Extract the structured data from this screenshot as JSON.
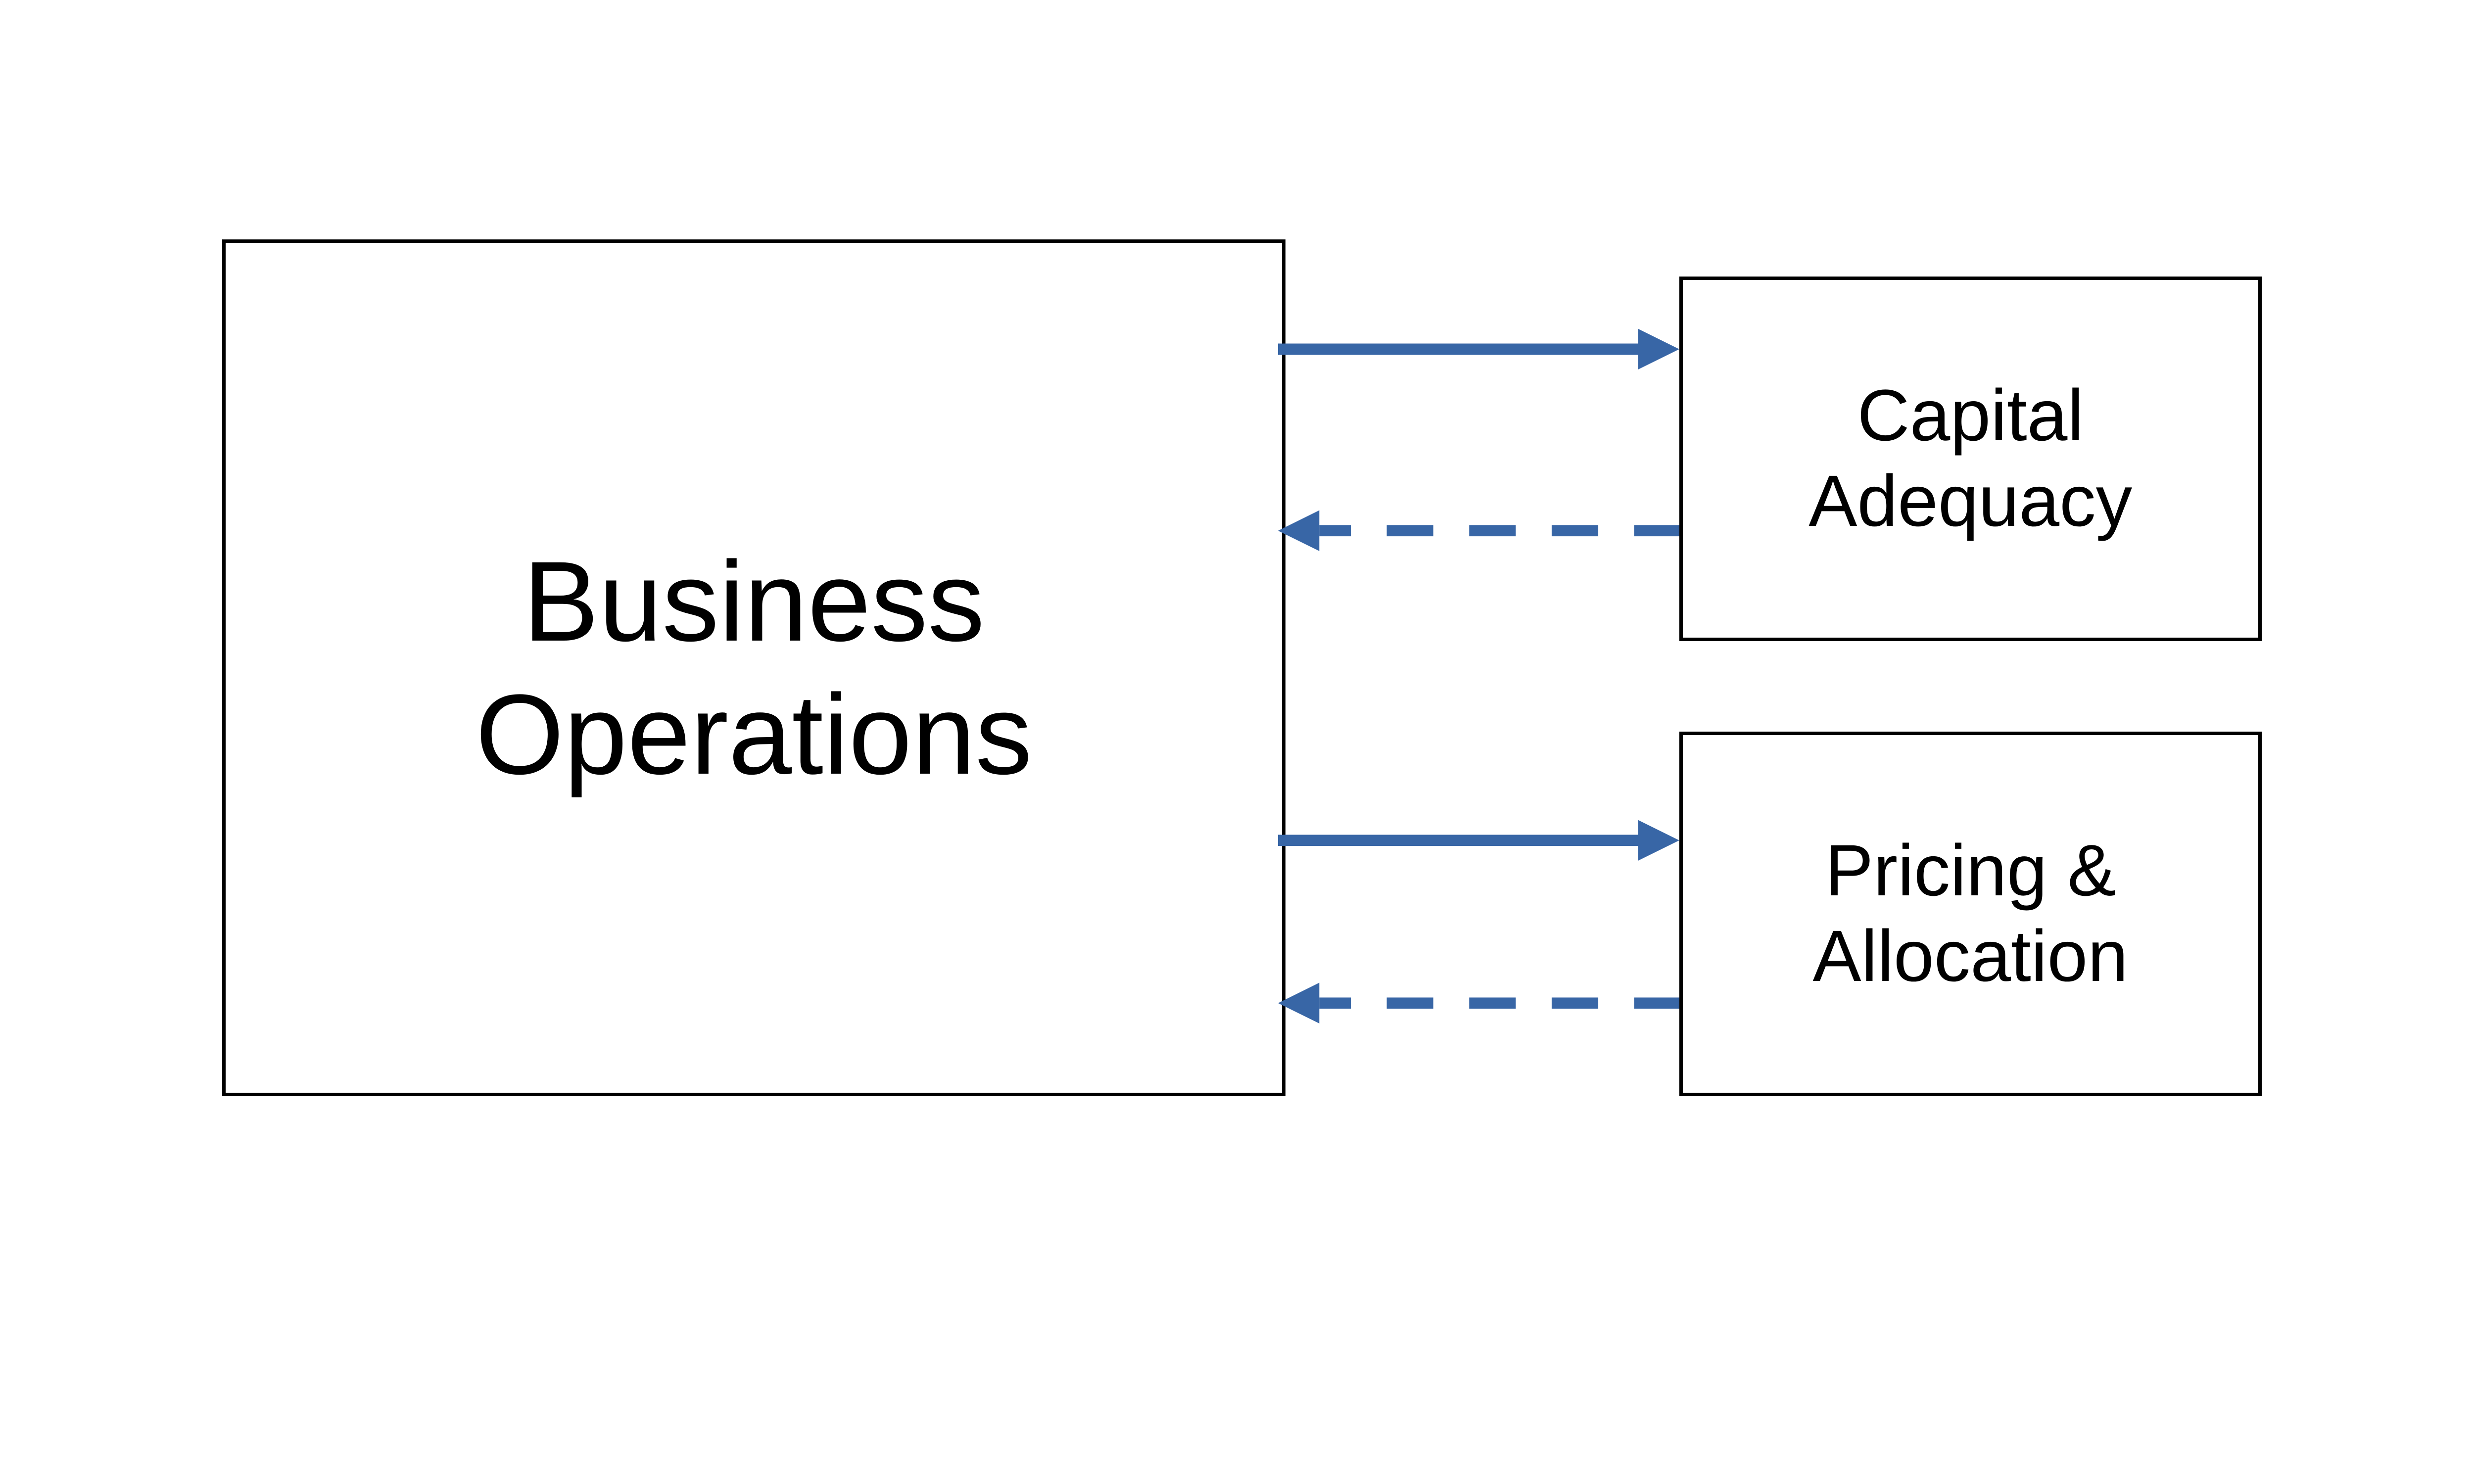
{
  "diagram": {
    "background": "#ffffff",
    "colors": {
      "arrow": "#3866a6",
      "box_border": "#000000",
      "text": "#000000"
    },
    "nodes": [
      {
        "id": "business-operations",
        "label": "Business Operations",
        "lines": [
          "Business",
          "Operations"
        ]
      },
      {
        "id": "capital-adequacy",
        "label": "Capital Adequacy",
        "lines": [
          "Capital",
          "Adequacy"
        ]
      },
      {
        "id": "pricing-allocation",
        "label": "Pricing & Allocation",
        "lines": [
          "Pricing &",
          "Allocation"
        ]
      }
    ],
    "edges": [
      {
        "from": "business-operations",
        "to": "capital-adequacy",
        "style": "solid",
        "direction": "right"
      },
      {
        "from": "capital-adequacy",
        "to": "business-operations",
        "style": "dashed",
        "direction": "left"
      },
      {
        "from": "business-operations",
        "to": "pricing-allocation",
        "style": "solid",
        "direction": "right"
      },
      {
        "from": "pricing-allocation",
        "to": "business-operations",
        "style": "dashed",
        "direction": "left"
      }
    ]
  }
}
